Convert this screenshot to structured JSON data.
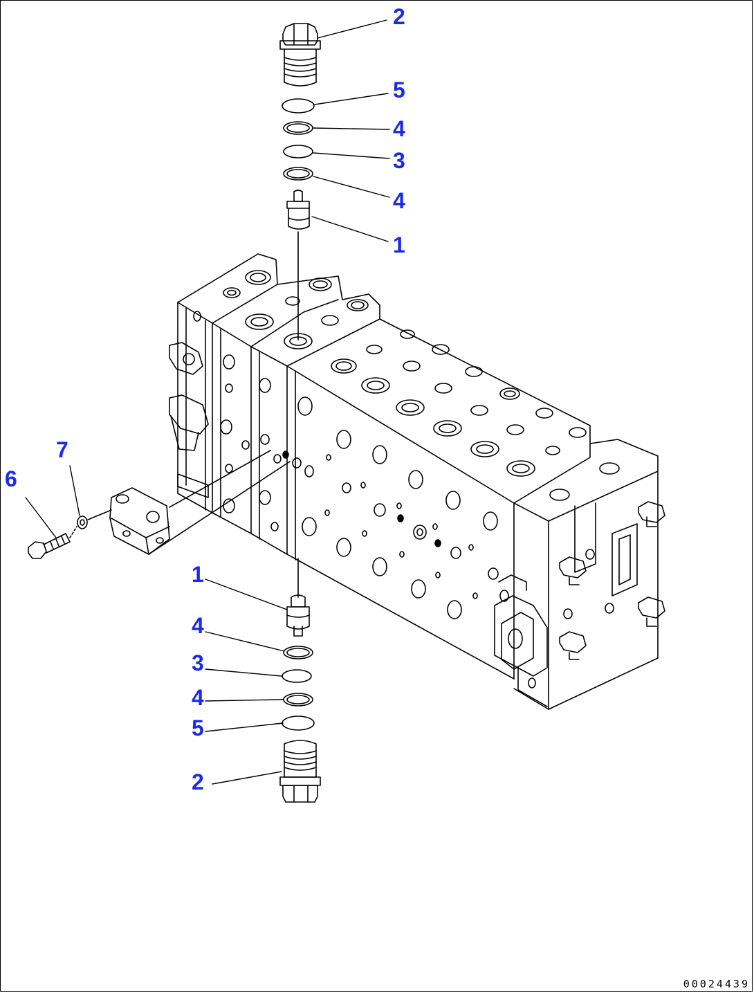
{
  "diagram": {
    "callouts": [
      {
        "id": "c-top-2",
        "label": "2"
      },
      {
        "id": "c-top-5",
        "label": "5"
      },
      {
        "id": "c-top-4a",
        "label": "4"
      },
      {
        "id": "c-top-3",
        "label": "3"
      },
      {
        "id": "c-top-4b",
        "label": "4"
      },
      {
        "id": "c-top-1",
        "label": "1"
      },
      {
        "id": "c-left-7",
        "label": "7"
      },
      {
        "id": "c-left-6",
        "label": "6"
      },
      {
        "id": "c-bot-1",
        "label": "1"
      },
      {
        "id": "c-bot-4a",
        "label": "4"
      },
      {
        "id": "c-bot-3",
        "label": "3"
      },
      {
        "id": "c-bot-4b",
        "label": "4"
      },
      {
        "id": "c-bot-5",
        "label": "5"
      },
      {
        "id": "c-bot-2",
        "label": "2"
      }
    ],
    "document_number": "00024439"
  },
  "colors": {
    "callout": "#1a2be8",
    "line": "#000000",
    "background": "#ffffff"
  }
}
